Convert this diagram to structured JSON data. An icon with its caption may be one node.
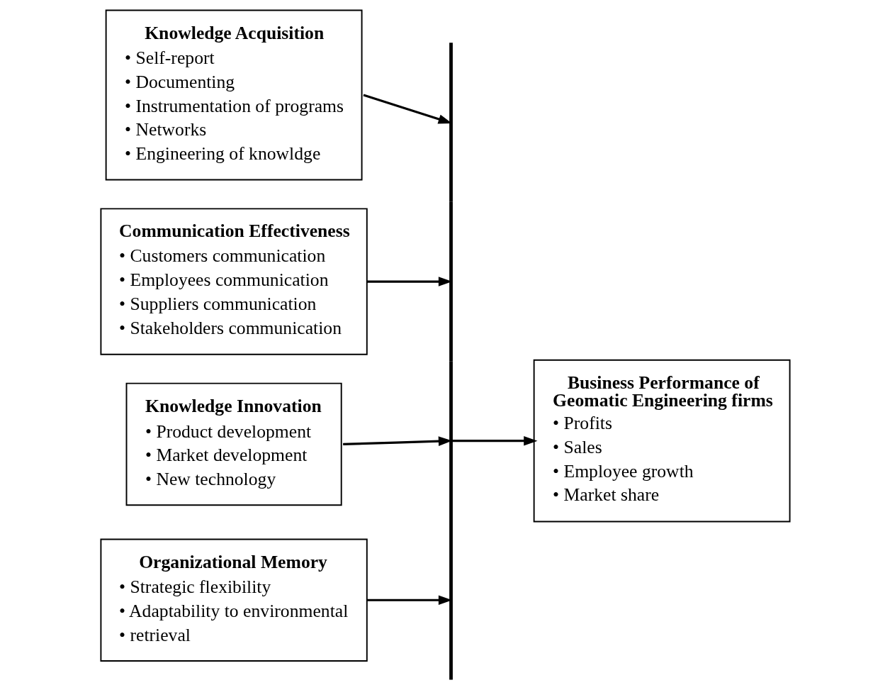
{
  "diagram": {
    "nodes": [
      {
        "text": [
          "Knowledge Acquisition",
          "• Self-report",
          "• Documenting",
          "• Instrumentation of programs",
          "• Networks",
          "• Engineering of knowldge"
        ]
      },
      {
        "text": [
          "Communication Effectiveness",
          "• Customers communication",
          "• Employees communication",
          "• Suppliers communication",
          "• Stakeholders communication"
        ]
      },
      {
        "text": [
          "Knowledge Innovation",
          "• Product development",
          "• Market development",
          "• New technology"
        ]
      },
      {
        "text": [
          "Organizational Memory",
          "• Strategic flexibility",
          "• Adaptability to environmental",
          "• retrieval"
        ]
      },
      {
        "text": [],
        "shape": "bar"
      },
      {
        "text": [
          "Business Performance of Geomatic Engineering firms",
          "• Profits",
          "• Sales",
          "• Employee growth",
          "• Market share"
        ]
      }
    ],
    "edges": [
      {
        "from": 0,
        "to": 4,
        "arrow": "to"
      },
      {
        "from": 1,
        "to": 4,
        "arrow": "to"
      },
      {
        "from": 2,
        "to": 4,
        "arrow": "to"
      },
      {
        "from": 3,
        "to": 4,
        "arrow": "to"
      },
      {
        "from": 4,
        "to": 5,
        "arrow": "to"
      }
    ]
  }
}
